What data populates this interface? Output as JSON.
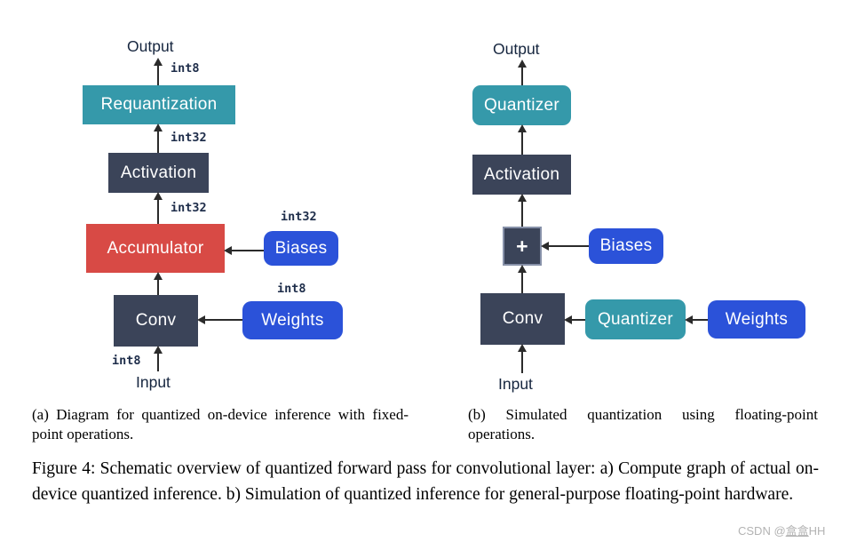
{
  "colors": {
    "teal": "#3599aa",
    "navy": "#3b4459",
    "red": "#d84a45",
    "blue": "#2b52d9",
    "ink": "#16263f",
    "arrow": "#2b2b2b",
    "watermark": "#b3b3b3"
  },
  "diagram_a": {
    "output_label": "Output",
    "input_label": "Input",
    "nodes": {
      "requantization": {
        "label": "Requantization"
      },
      "activation": {
        "label": "Activation"
      },
      "accumulator": {
        "label": "Accumulator"
      },
      "conv": {
        "label": "Conv"
      },
      "biases": {
        "label": "Biases"
      },
      "weights": {
        "label": "Weights"
      }
    },
    "dtypes": {
      "output": "int8",
      "requant_in": "int32",
      "accumulator_out": "int32",
      "biases": "int32",
      "weights": "int8",
      "input": "int8"
    }
  },
  "diagram_b": {
    "output_label": "Output",
    "input_label": "Input",
    "nodes": {
      "quantizer_top": {
        "label": "Quantizer"
      },
      "activation": {
        "label": "Activation"
      },
      "add": {
        "label": "+"
      },
      "biases": {
        "label": "Biases"
      },
      "conv": {
        "label": "Conv"
      },
      "quantizer_weights": {
        "label": "Quantizer"
      },
      "weights": {
        "label": "Weights"
      }
    }
  },
  "captions": {
    "sub_a": "(a) Diagram for quantized on-device inference with fixed-point operations.",
    "sub_b": "(b) Simulated quantization using floating-point operations.",
    "main": "Figure 4: Schematic overview of quantized forward pass for convolutional layer: a) Compute graph of actual on-device quantized inference. b) Simulation of quantized inference for general-purpose floating-point hardware."
  },
  "watermark": {
    "prefix": "CSDN @",
    "handle_underlined": "盒盒",
    "handle_rest": "HH"
  }
}
